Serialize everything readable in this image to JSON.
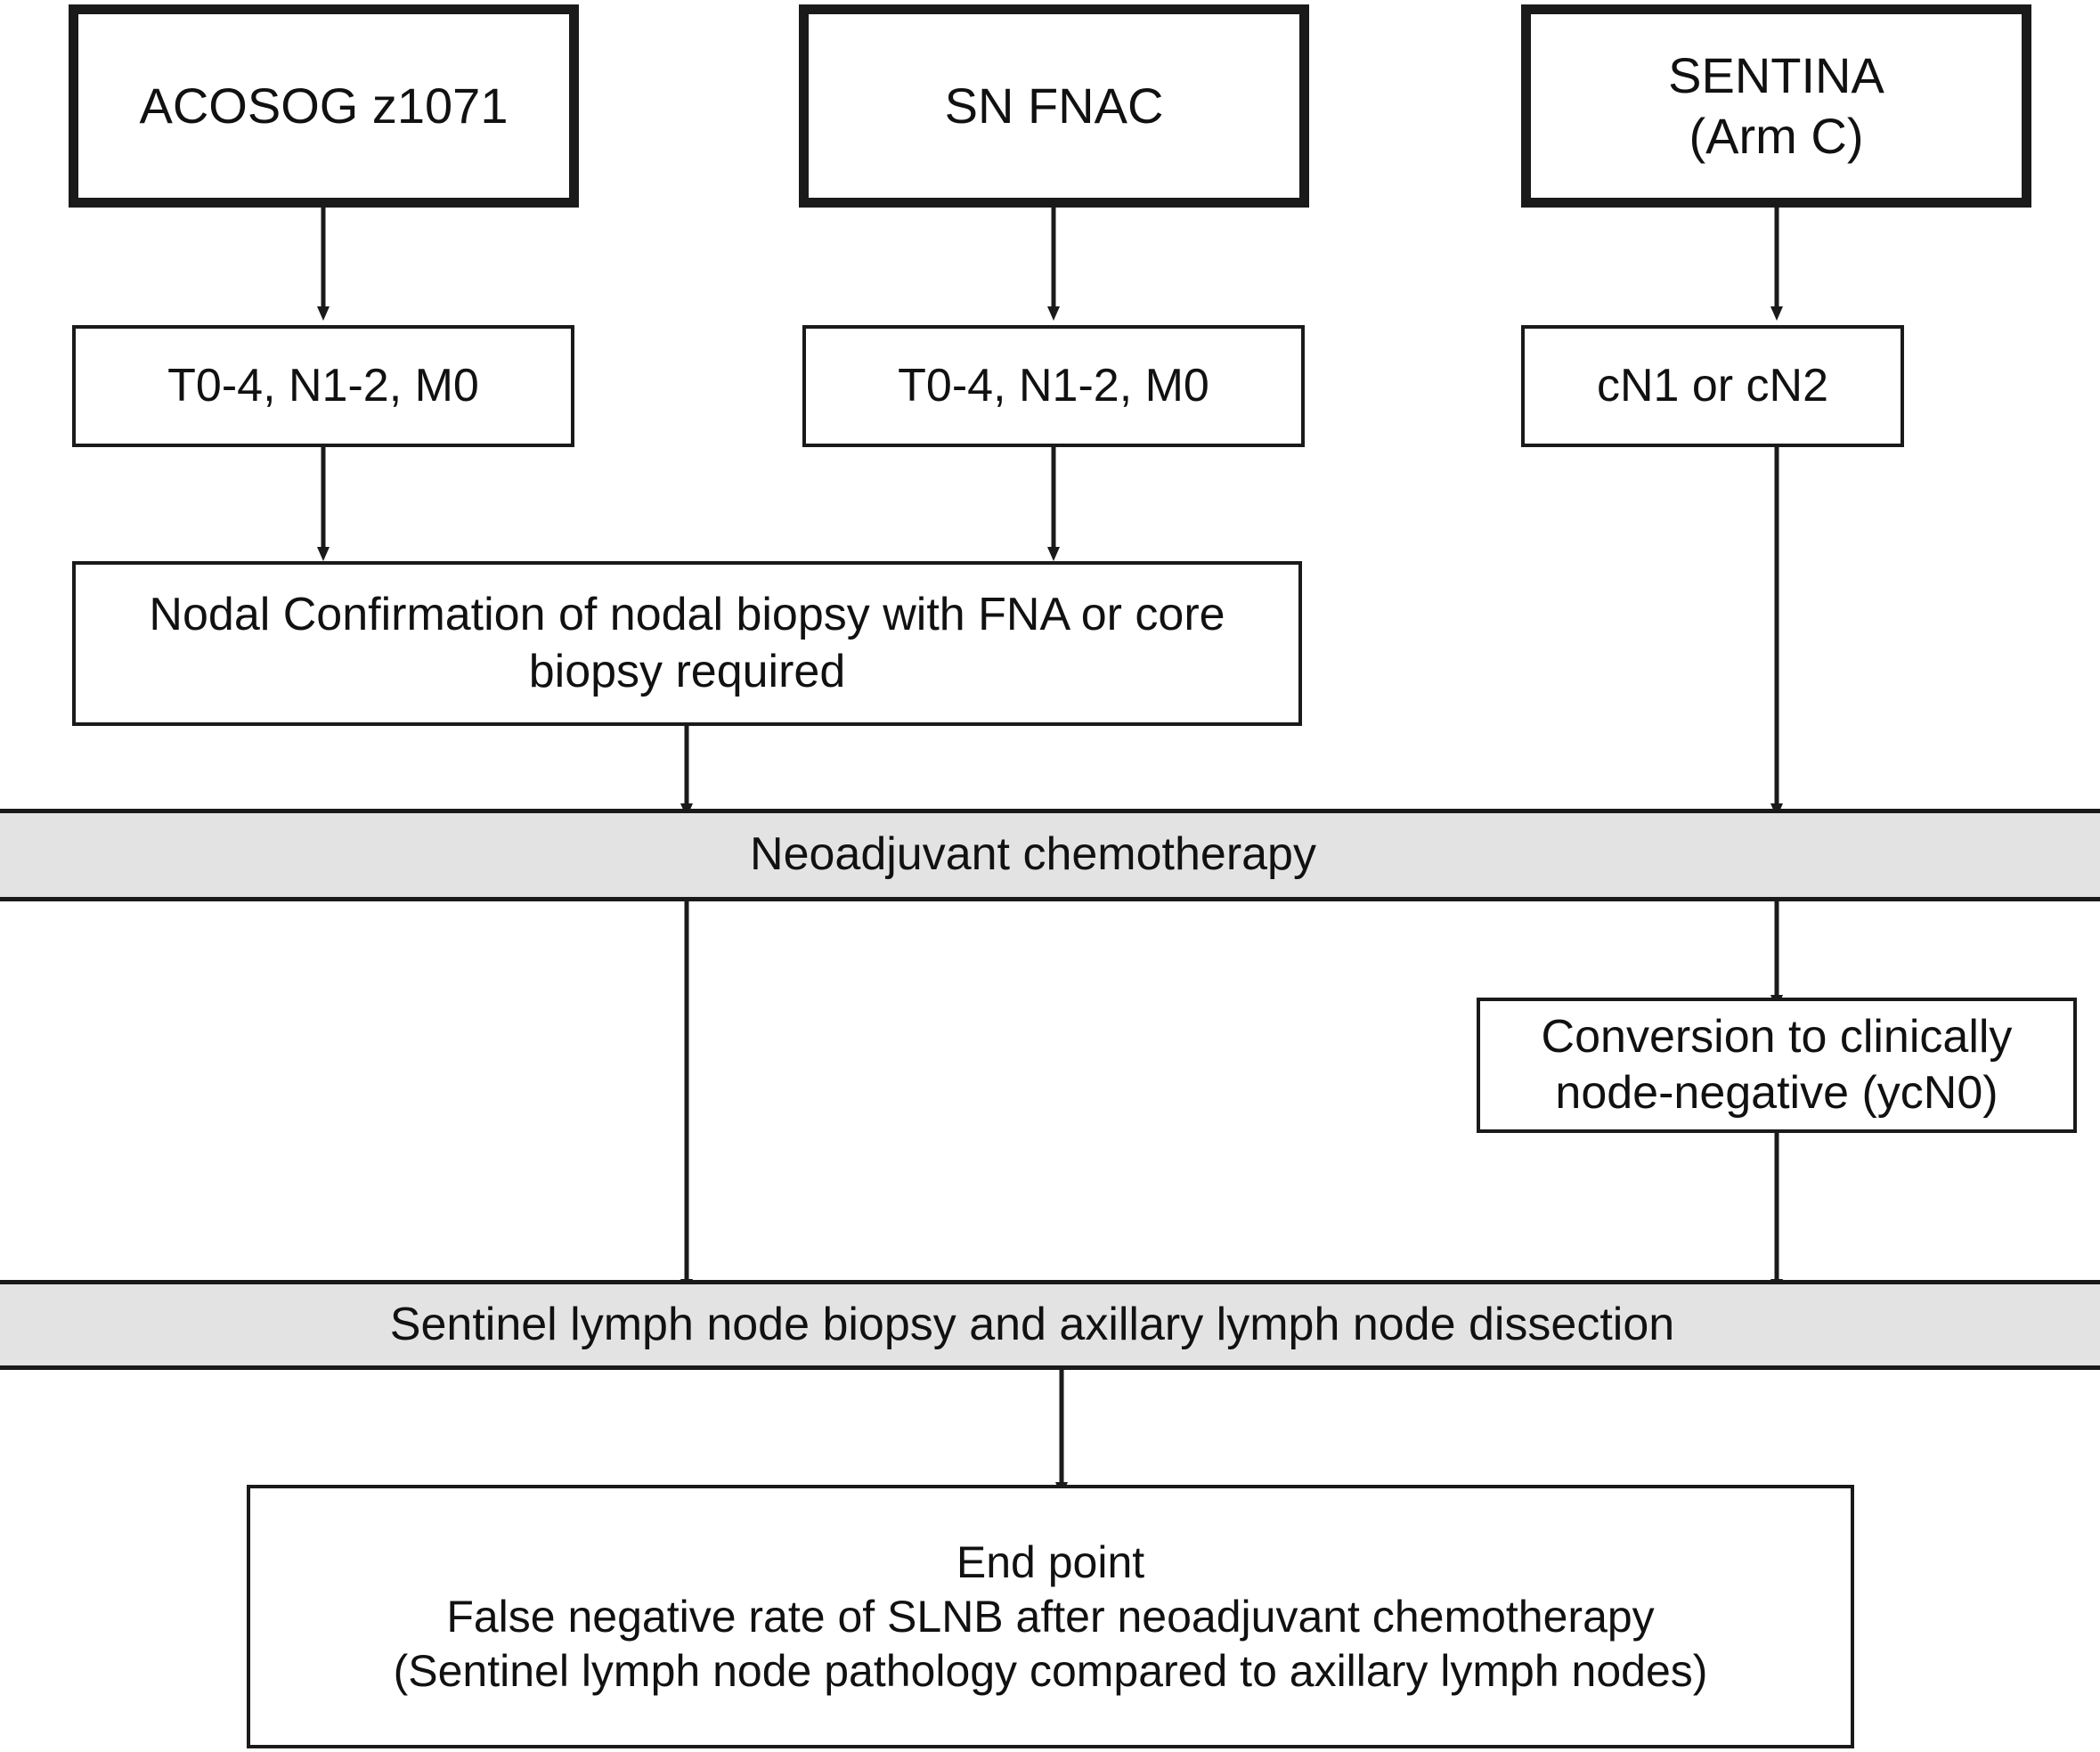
{
  "diagram": {
    "title": "Neoadjuvant chemotherapy sentinel lymph node trials flowchart",
    "background_color": "#ffffff",
    "line_color": "#1a1a1a",
    "shaded_fill": "#e3e3e3"
  },
  "nodes": {
    "trial_acosog": "ACOSOG z1071",
    "trial_snfnac": "SN FNAC",
    "trial_sentina": "SENTINA\n(Arm C)",
    "stage_acosog": "T0-4, N1-2, M0",
    "stage_snfnac": "T0-4, N1-2, M0",
    "stage_sentina": "cN1 or cN2",
    "nodal_confirmation": "Nodal Confirmation of nodal biopsy with FNA or core\nbiopsy required",
    "neoadjuvant_chemotherapy": "Neoadjuvant chemotherapy",
    "conversion": "Conversion to clinically\nnode-negative (ycN0)",
    "slnb_alnd": "Sentinel lymph node biopsy and axillary lymph node dissection",
    "end_point": "End point\nFalse negative rate of SLNB after neoadjuvant chemotherapy\n(Sentinel lymph node pathology compared to  axillary lymph nodes)"
  },
  "edges": [
    {
      "name": "acosog-to-stage",
      "from": "trial_acosog",
      "to": "stage_acosog"
    },
    {
      "name": "snfnac-to-stage",
      "from": "trial_snfnac",
      "to": "stage_snfnac"
    },
    {
      "name": "sentina-to-stage",
      "from": "trial_sentina",
      "to": "stage_sentina"
    },
    {
      "name": "stage-acosog-to-nodal",
      "from": "stage_acosog",
      "to": "nodal_confirmation"
    },
    {
      "name": "stage-snfnac-to-nodal",
      "from": "stage_snfnac",
      "to": "nodal_confirmation"
    },
    {
      "name": "nodal-to-chemo",
      "from": "nodal_confirmation",
      "to": "neoadjuvant_chemotherapy"
    },
    {
      "name": "stage-sentina-to-chemo",
      "from": "stage_sentina",
      "to": "neoadjuvant_chemotherapy"
    },
    {
      "name": "chemo-to-slnb",
      "from": "neoadjuvant_chemotherapy",
      "to": "slnb_alnd"
    },
    {
      "name": "chemo-to-conversion",
      "from": "neoadjuvant_chemotherapy",
      "to": "conversion"
    },
    {
      "name": "conversion-to-slnb",
      "from": "conversion",
      "to": "slnb_alnd"
    },
    {
      "name": "slnb-to-endpoint",
      "from": "slnb_alnd",
      "to": "end_point"
    }
  ]
}
